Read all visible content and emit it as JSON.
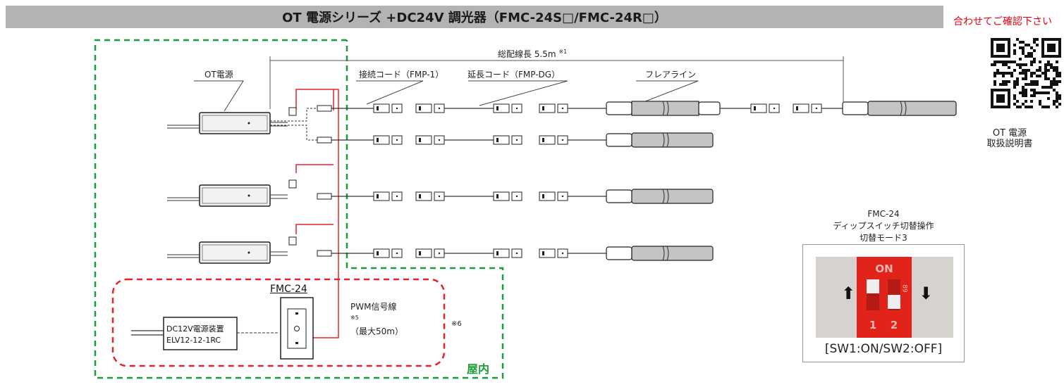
{
  "header": {
    "title": "OT 電源シリーズ +DC24V 調光器（FMC-24S□/FMC-24R□）"
  },
  "notice": "合わせてご確認下さい",
  "qr": {
    "caption_line1": "OT 電源",
    "caption_line2": "取扱説明書"
  },
  "diagram": {
    "total_length_label": "総配線長 5.5m",
    "total_length_note": "※1",
    "ot_power_label": "OT電源",
    "connection_cord_label": "接続コード（FMP-1）",
    "extension_cord_label": "延長コード（FMP-DG）",
    "flare_line_label": "フレアライン",
    "fmc_label": "FMC-24",
    "psu_line1": "DC12V電源装置",
    "psu_line2": "ELV12-12-1RC",
    "pwm_line1": "PWM信号線",
    "pwm_note": "※5",
    "pwm_line2": "（最大50m）",
    "note6": "※6",
    "indoor_label": "屋内"
  },
  "switch_panel": {
    "caption_line1": "FMC-24",
    "caption_line2": "ディップスイッチ切替操作",
    "caption_line3": "切替モード3",
    "on_label": "ON",
    "switch1_number": "1",
    "switch2_number": "2",
    "side_digits": "89",
    "status": "[SW1:ON/SW2:OFF]",
    "switch1_state": "ON",
    "switch2_state": "OFF"
  },
  "colors": {
    "header_bg": "#b3b3b3",
    "notice": "#e60012",
    "indoor_border": "#1a9c3a",
    "fmc_border": "#e3242b",
    "pwm_wire": "#e3242b",
    "switch_body": "#e2231a"
  }
}
